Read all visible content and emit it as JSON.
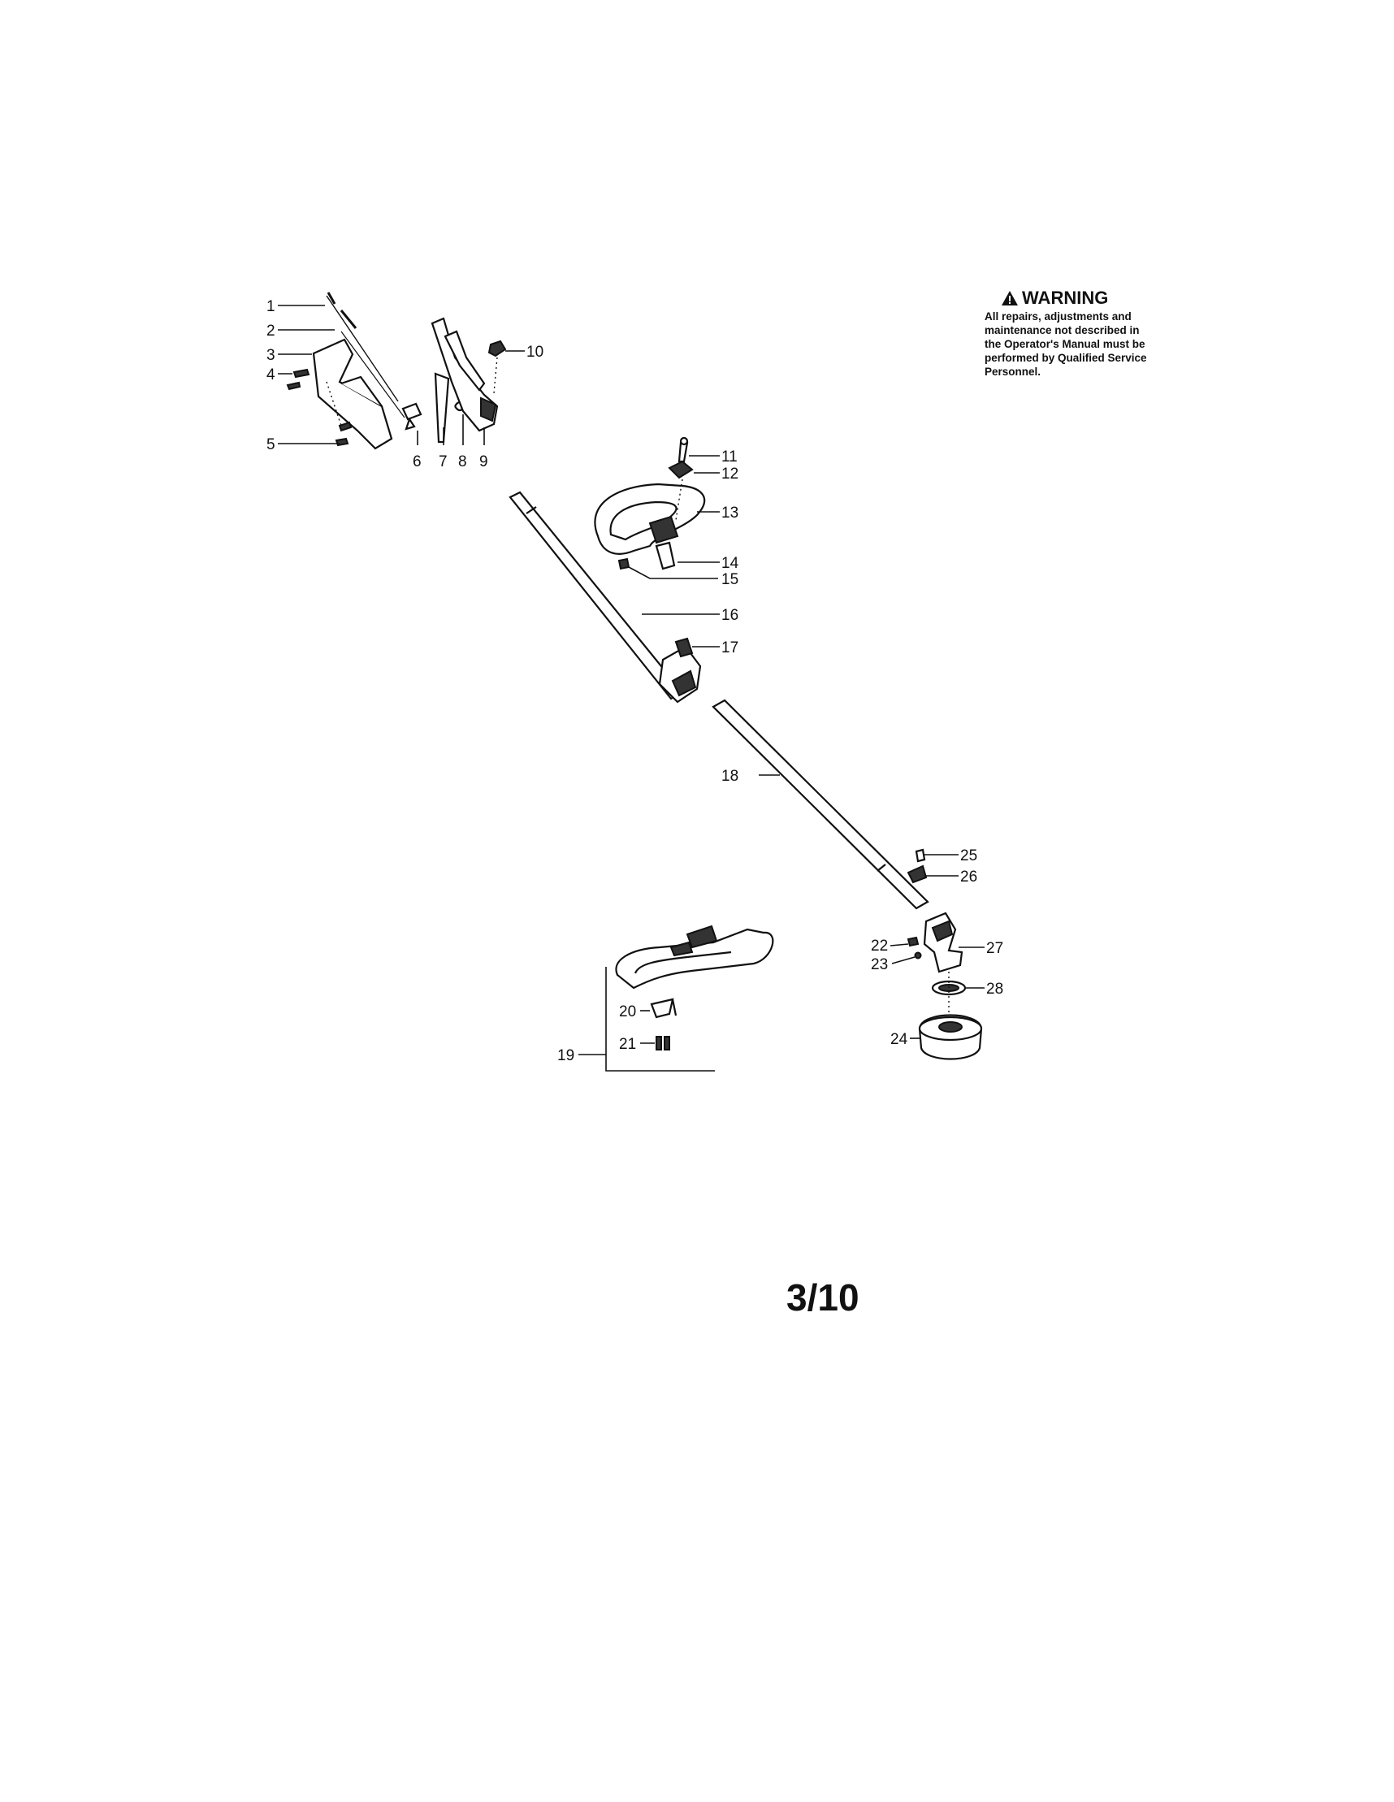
{
  "warning": {
    "title": "WARNING",
    "body": "All repairs, adjustments and\nmaintenance not described in\nthe Operator's Manual must be\nperformed by Qualified Service\nPersonnel."
  },
  "page_number": "3/10",
  "part_labels": [
    "1",
    "2",
    "3",
    "4",
    "5",
    "6",
    "7",
    "8",
    "9",
    "10",
    "11",
    "12",
    "13",
    "14",
    "15",
    "16",
    "17",
    "18",
    "19",
    "20",
    "21",
    "22",
    "23",
    "24",
    "25",
    "26",
    "27",
    "28"
  ]
}
